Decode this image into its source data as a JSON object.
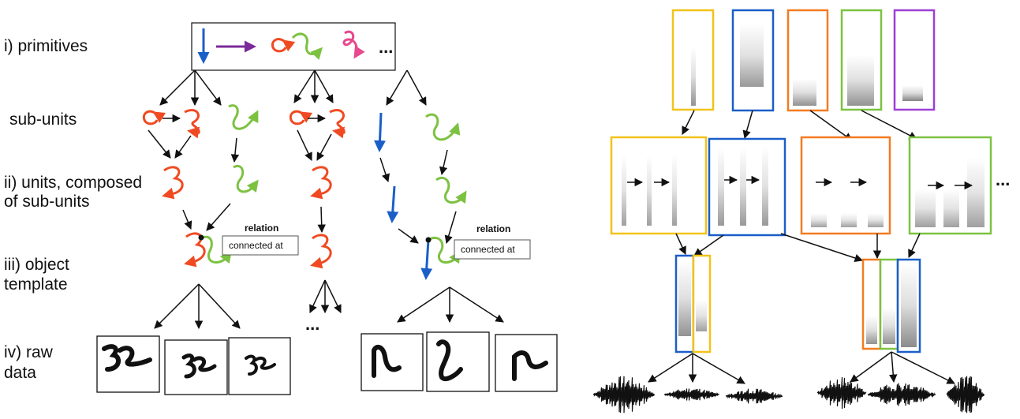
{
  "labels": {
    "primitives": "i) primitives",
    "subunits": "sub-units",
    "units_line1": "ii) units, composed",
    "units_line2": "of sub-units",
    "template_line1": "iii) object",
    "template_line2": "template",
    "raw_line1": "iv) raw",
    "raw_line2": "data"
  },
  "relation": {
    "title": "relation",
    "text": "connected at"
  },
  "ellipsis": "...",
  "colors": {
    "red": "#f04a22",
    "green": "#7cc241",
    "blue": "#1a5fc8",
    "purple": "#7b2a9a",
    "pink": "#e8488e",
    "yellow": "#f2c318",
    "orange": "#f47b20",
    "violet": "#9d3fd6",
    "ink": "#111111"
  }
}
